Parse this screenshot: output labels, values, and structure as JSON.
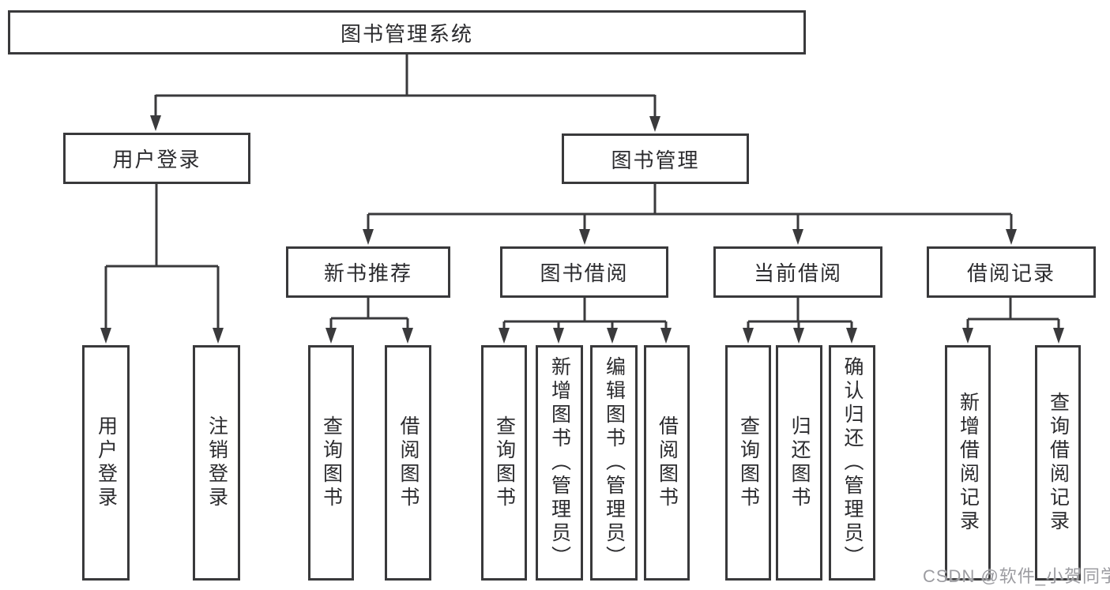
{
  "tree": {
    "label": "图书管理系统",
    "children": [
      {
        "label": "用户登录",
        "children": [
          {
            "label": "用户登录"
          },
          {
            "label": "注销登录"
          }
        ]
      },
      {
        "label": "图书管理",
        "children": [
          {
            "label": "新书推荐",
            "children": [
              {
                "label": "查询图书"
              },
              {
                "label": "借阅图书"
              }
            ]
          },
          {
            "label": "图书借阅",
            "children": [
              {
                "label": "查询图书"
              },
              {
                "label": "新增图书（管理员）"
              },
              {
                "label": "编辑图书（管理员）"
              },
              {
                "label": "借阅图书"
              }
            ]
          },
          {
            "label": "当前借阅",
            "children": [
              {
                "label": "查询图书"
              },
              {
                "label": "归还图书"
              },
              {
                "label": "确认归还（管理员）"
              }
            ]
          },
          {
            "label": "借阅记录",
            "children": [
              {
                "label": "新增借阅记录"
              },
              {
                "label": "查询借阅记录"
              }
            ]
          }
        ]
      }
    ]
  },
  "watermark": {
    "text": "CSDN @软件_小贺同学"
  },
  "colors": {
    "line": "#3a3a3c",
    "box_border": "#39393b",
    "text": "#2b2b2e",
    "background": "#ffffff",
    "watermark": "#9c9ca1"
  }
}
